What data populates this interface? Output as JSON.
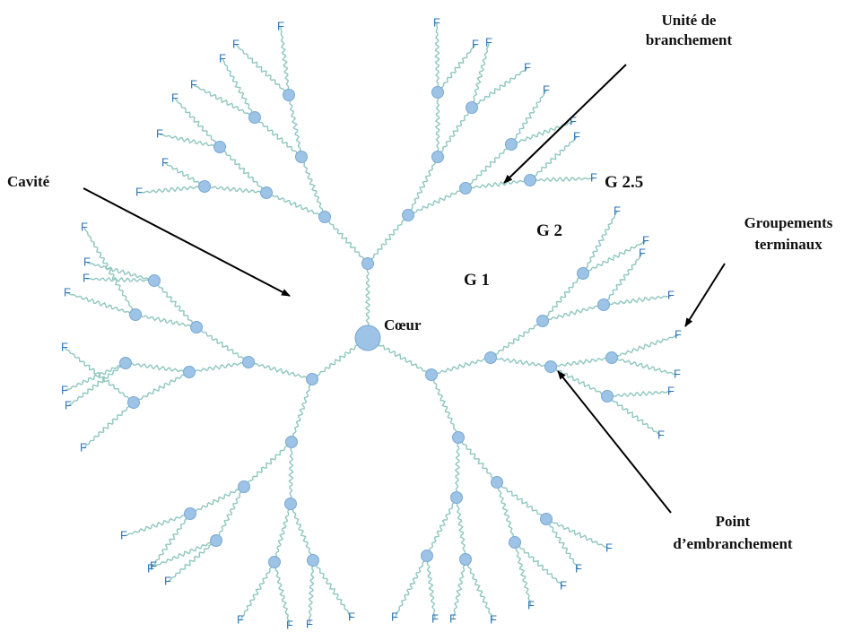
{
  "labels": {
    "unite": [
      "Unité de",
      "branchement"
    ],
    "cavite": "Cavité",
    "groupements": [
      "Groupements",
      "terminaux"
    ],
    "point": [
      "Point",
      "d’embranchement"
    ],
    "coeur": "Cœur",
    "g1": "G 1",
    "g2": "G 2",
    "g25": "G 2.5"
  },
  "terminal_letter": "F",
  "colors": {
    "chain": "#8fc7bf",
    "node_fill": "#9dc3e6",
    "node_stroke": "#7aa9d4",
    "terminal": "#2e75b6",
    "label": "#111111",
    "arrow": "#000000"
  }
}
